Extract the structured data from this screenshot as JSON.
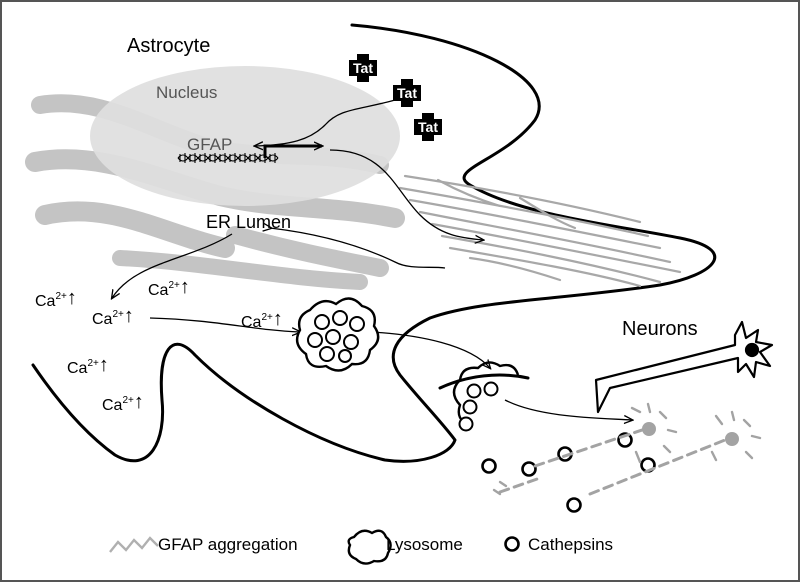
{
  "labels": {
    "astrocyte": "Astrocyte",
    "nucleus": "Nucleus",
    "gfap": "GFAP",
    "er_lumen": "ER Lumen",
    "neurons": "Neurons",
    "tat": "Tat"
  },
  "calcium": {
    "ion": "Ca",
    "charge": "2+",
    "arrow": "↑"
  },
  "legend": {
    "gfap_aggregation": "GFAP aggregation",
    "lysosome": "Lysosome",
    "cathepsins": "Cathepsins"
  },
  "colors": {
    "nucleus": "#dedede",
    "er": "#c2c2c2",
    "ink": "#000000",
    "neuron_debris": "#a3a3a3",
    "frame": "#555555"
  }
}
